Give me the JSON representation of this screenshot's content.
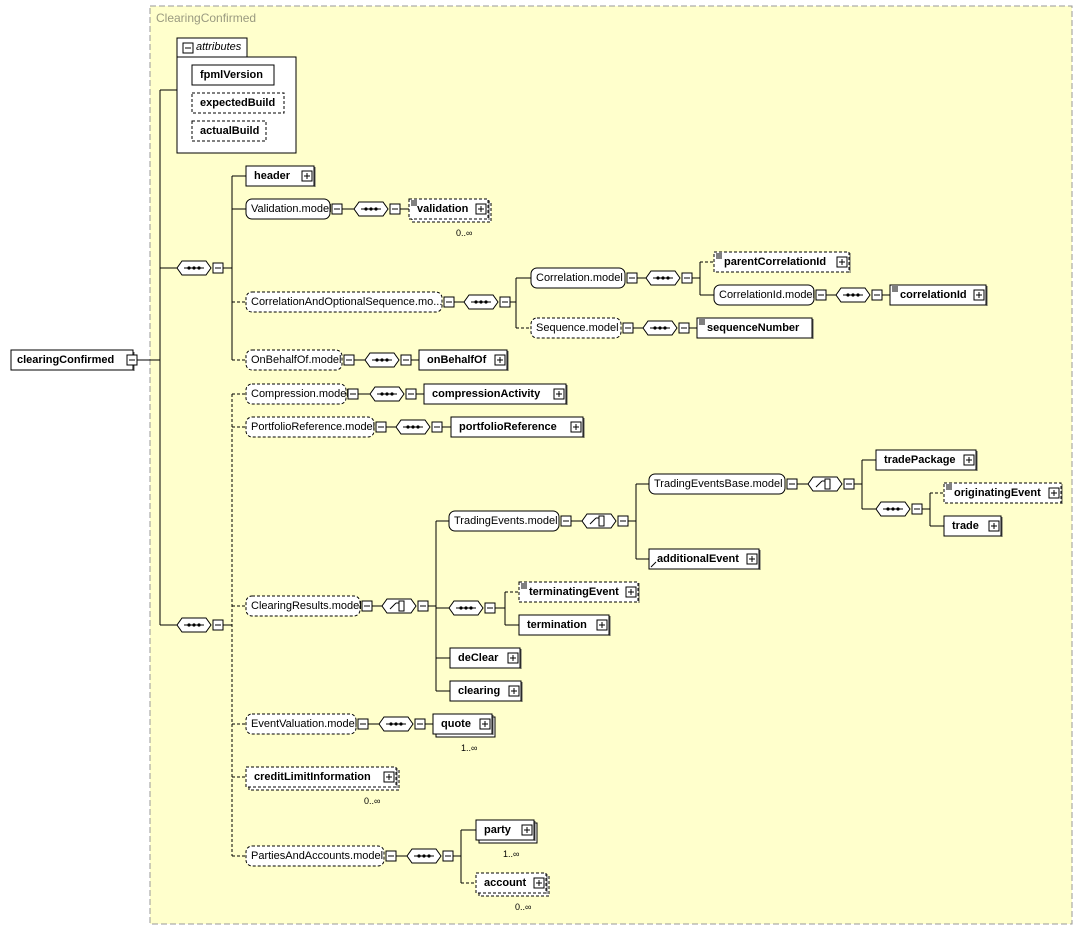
{
  "diagram": {
    "group_title": "ClearingConfirmed",
    "root_label": "clearingConfirmed",
    "attributes": {
      "title": "attributes",
      "items": [
        {
          "name": "fpmlVersion",
          "optional": false
        },
        {
          "name": "expectedBuild",
          "optional": true
        },
        {
          "name": "actualBuild",
          "optional": true
        }
      ]
    },
    "nodes": {
      "header": "header",
      "validation_model": "Validation.model",
      "validation": "validation",
      "validation_card": "0..∞",
      "corr_opt_seq_model": "CorrelationAndOptionalSequence.mo...",
      "correlation_model": "Correlation.model",
      "parent_correlation_id": "parentCorrelationId",
      "correlation_id_model": "CorrelationId.model",
      "correlation_id": "correlationId",
      "sequence_model": "Sequence.model",
      "sequence_number": "sequenceNumber",
      "on_behalf_of_model": "OnBehalfOf.model",
      "on_behalf_of": "onBehalfOf",
      "compression_model": "Compression.model",
      "compression_activity": "compressionActivity",
      "portfolio_reference_model": "PortfolioReference.model",
      "portfolio_reference": "portfolioReference",
      "clearing_results_model": "ClearingResults.model",
      "trading_events_model": "TradingEvents.model",
      "trading_events_base_model": "TradingEventsBase.model",
      "trade_package": "tradePackage",
      "originating_event": "originatingEvent",
      "trade": "trade",
      "additional_event": "additionalEvent",
      "terminating_event": "terminatingEvent",
      "termination": "termination",
      "de_clear": "deClear",
      "clearing": "clearing",
      "event_valuation_model": "EventValuation.model",
      "quote": "quote",
      "quote_card": "1..∞",
      "credit_limit_information": "creditLimitInformation",
      "credit_card": "0..∞",
      "parties_and_accounts_model": "PartiesAndAccounts.model",
      "party": "party",
      "party_card": "1..∞",
      "account": "account",
      "account_card": "0..∞"
    }
  }
}
